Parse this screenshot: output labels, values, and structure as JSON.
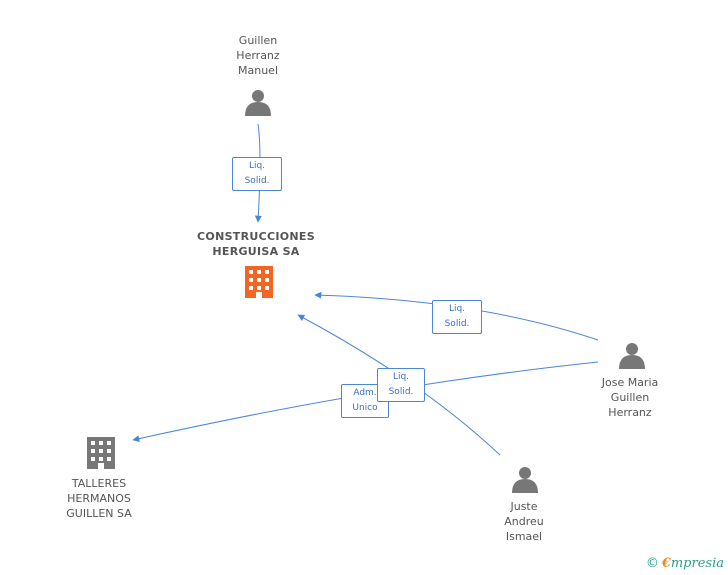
{
  "nodes": {
    "guillen_herranz_manuel": {
      "label": "Guillen\nHerranz\nManuel",
      "kind": "person"
    },
    "construcciones": {
      "label": "CONSTRUCCIONES\nHERGUISA SA",
      "kind": "company-main"
    },
    "jose_maria": {
      "label": "Jose Maria\nGuillen\nHerranz",
      "kind": "person"
    },
    "talleres": {
      "label": "TALLERES\nHERMANOS\nGUILLEN SA",
      "kind": "company"
    },
    "juste": {
      "label": "Juste\nAndreu\nIsmael",
      "kind": "person"
    }
  },
  "edges": {
    "e1": {
      "label": "Liq.\nSolid."
    },
    "e2": {
      "label": "Liq.\nSolid."
    },
    "e3": {
      "label": "Adm.\nUnico"
    },
    "e4": {
      "label": "Liq.\nSolid."
    }
  },
  "footer": {
    "copyright": "©",
    "brand_e": "€",
    "brand_rest": "mpresia"
  },
  "colors": {
    "edge": "#4a86d8",
    "person_icon": "#777777",
    "main_company": "#f26522",
    "company": "#777777"
  }
}
